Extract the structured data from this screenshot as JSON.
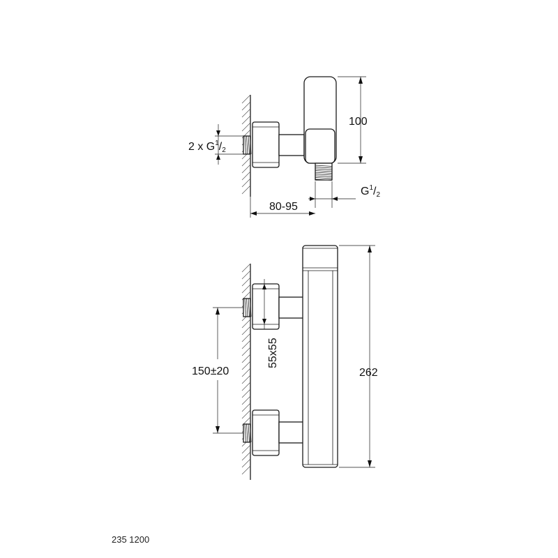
{
  "top_view": {
    "dim_height": "100",
    "dim_depth": "80-95",
    "thread_left_prefix": "2 x G",
    "thread_left_sup": "1",
    "thread_left_sub": "/",
    "thread_left_den": "2",
    "thread_out_prefix": "G",
    "thread_out_sup": "1",
    "thread_out_sub": "/",
    "thread_out_den": "2"
  },
  "front_view": {
    "dim_total_height": "262",
    "dim_spacing": "150±20",
    "dim_block": "55x55"
  },
  "product_code": "235 1200"
}
